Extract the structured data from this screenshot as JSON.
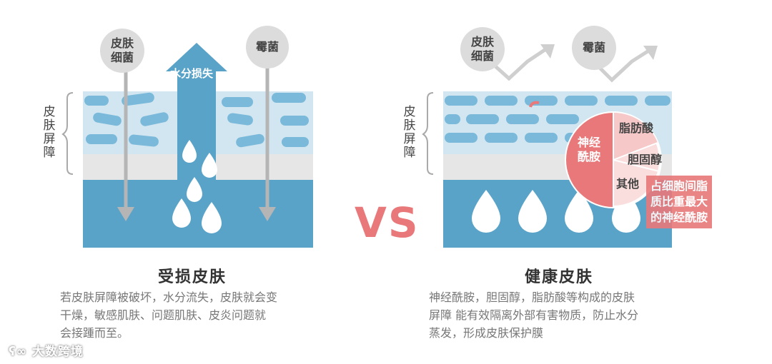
{
  "left_panel": {
    "bracket_label": "皮肤屏障",
    "bubble_bacteria": "皮肤细菌",
    "bubble_mold": "霉菌",
    "arrow_label": "水分损失",
    "title": "受损皮肤",
    "description_lines": [
      "若皮肤屏障被破坏，水分流失，皮肤就会变",
      "干燥，敏感肌肤、问题肌肤、皮炎问题就",
      "会接踵而至。"
    ]
  },
  "vs_label": "VS",
  "right_panel": {
    "bracket_label": "皮肤屏障",
    "bubble_bacteria": "皮肤细菌",
    "bubble_mold": "霉菌",
    "pie_labels": {
      "ceramide": "神经酰胺",
      "fatty_acid": "脂肪酸",
      "cholesterol": "胆固醇",
      "other": "其他"
    },
    "callout_lines": [
      "占细胞间脂",
      "质比重最大",
      "的神经酰胺"
    ],
    "title": "健康皮肤",
    "description_lines": [
      "神经酰胺，胆固醇，脂肪酸等构成的皮肤",
      "屏障 能有效隔离外部有害物质，防止水分",
      "蒸发，形成皮肤保护膜"
    ]
  },
  "watermark": "大数跨境",
  "colors": {
    "blue": "#5aa3c8",
    "light_blue": "#d2e6f1",
    "cell_blue": "#7ab9da",
    "grey_band": "#e6e6e6",
    "pink": "#e8787a",
    "arrow_grey": "#b5b5b5"
  }
}
